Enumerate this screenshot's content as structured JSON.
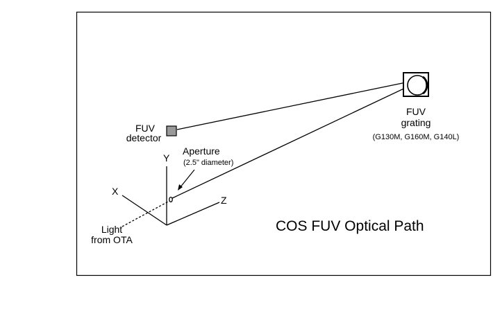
{
  "diagram": {
    "title": "COS FUV Optical Path",
    "detector": {
      "line1": "FUV",
      "line2": "detector"
    },
    "grating": {
      "line1": "FUV",
      "line2": "grating",
      "modes": "(G130M, G160M, G140L)"
    },
    "aperture": {
      "label": "Aperture",
      "note": "(2.5\" diameter)"
    },
    "axes": {
      "x": "X",
      "y": "Y",
      "z": "Z"
    },
    "light_source": {
      "line1": "Light",
      "line2": "from OTA"
    },
    "colors": {
      "detector_fill": "#999999",
      "line": "#000000",
      "background": "#ffffff"
    }
  }
}
